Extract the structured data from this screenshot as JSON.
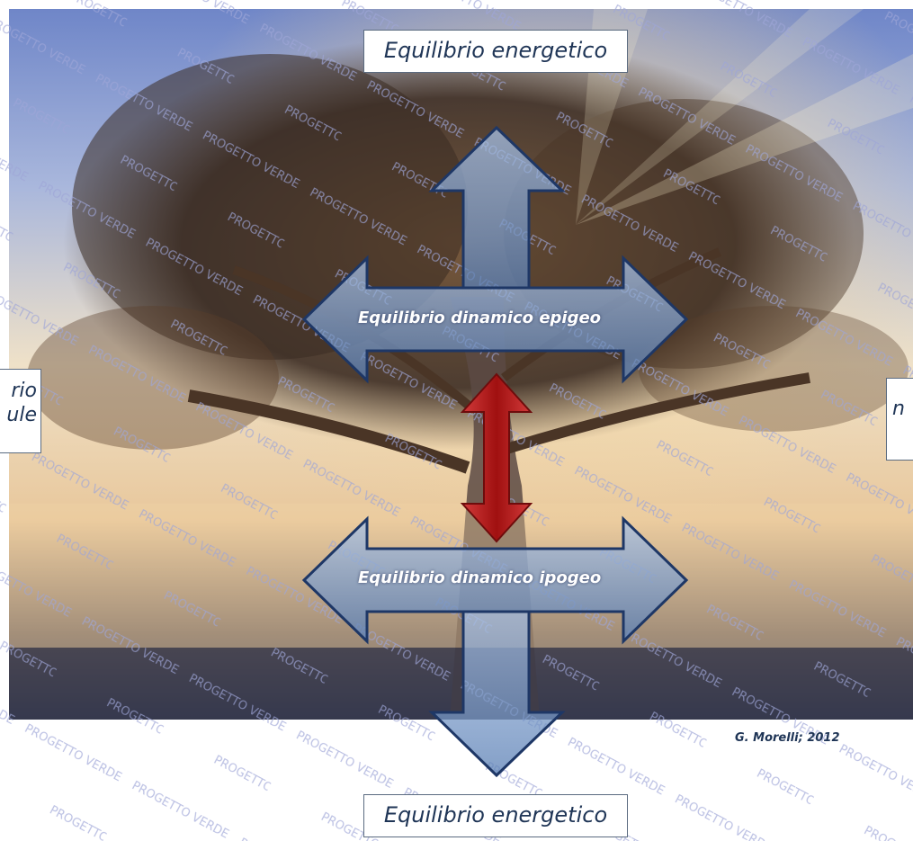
{
  "labels": {
    "top": "Equilibrio energetico",
    "bottom": "Equilibrio energetico",
    "epigeo": "Equilibrio dinamico epigeo",
    "ipogeo": "Equilibrio dinamico ipogeo",
    "left_partial_line1": "rio",
    "left_partial_line2": "ule",
    "right_partial_line1": "",
    "right_partial_line2": "n",
    "credit": "G. Morelli; 2012"
  },
  "watermark": {
    "text": "PROGETTO VERDE",
    "color": "#9fa6d8"
  },
  "colors": {
    "arrow_fill": "#7f9fc9",
    "arrow_stroke": "#1e3766",
    "central_arrow": "#b01c1c",
    "box_border": "#5b6b80",
    "label_text": "#1f3556"
  }
}
